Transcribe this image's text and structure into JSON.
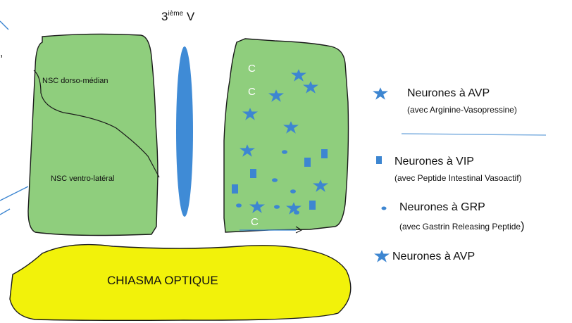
{
  "ventricle": {
    "label": "3",
    "label_sup": "ième",
    "label_suffix": " V"
  },
  "left_nucleus": {
    "dorsal_label": "NSC dorso-médian",
    "ventral_label": "NSC ventro-latéral"
  },
  "right_nucleus": {
    "c_markers": [
      "C",
      "C",
      "C"
    ]
  },
  "chiasma": {
    "label": "CHIASMA OPTIQUE"
  },
  "edge_text": {
    "comma": ","
  },
  "legend": {
    "items": [
      {
        "title": "Neurones à AVP",
        "subtitle": "(avec Arginine-Vasopressine)",
        "icon": "star-icon"
      },
      {
        "title": "Neurones à VIP",
        "subtitle": "(avec Peptide Intestinal Vasoactif)",
        "icon": "square-icon"
      },
      {
        "title": "Neurones à GRP",
        "subtitle": "(avec Gastrin Releasing Peptide",
        "subtitle_end": ")",
        "icon": "dot-icon"
      },
      {
        "title": "Neurones à AVP",
        "subtitle": "",
        "icon": "star-icon"
      }
    ]
  },
  "colors": {
    "nucleus_fill": "#8fce7d",
    "chiasma_fill": "#f2f20a",
    "marker_blue": "#3d86d1",
    "ventricle_blue": "#3f8bd6",
    "divider_blue": "#7fb0e0",
    "outline": "#1a1a1a"
  }
}
